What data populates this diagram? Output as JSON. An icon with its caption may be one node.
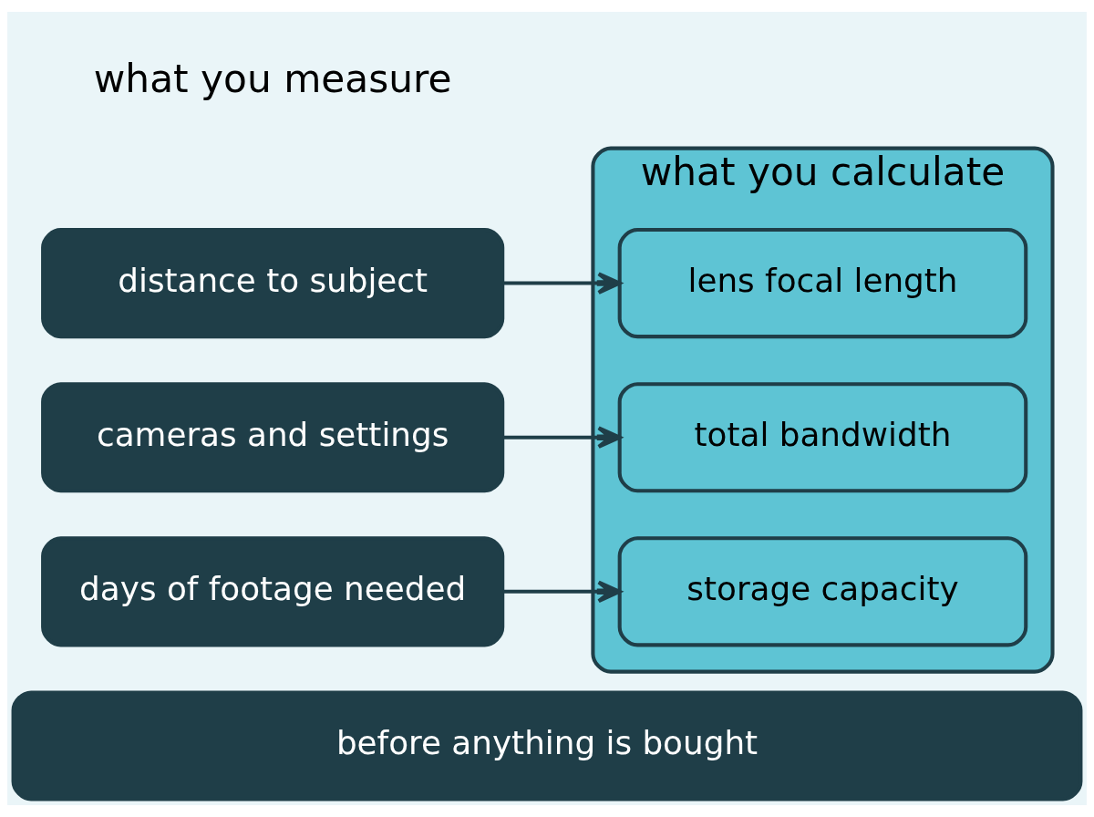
{
  "diagram": {
    "nodes": [
      {
        "text": [
          "what you calculate"
        ]
      },
      {
        "text": [
          "distance to subject"
        ]
      },
      {
        "text": [
          "lens focal length"
        ],
        "in": 0
      },
      {
        "text": [
          "cameras and settings"
        ]
      },
      {
        "text": [
          "total bandwidth"
        ],
        "in": 0
      },
      {
        "text": [
          "days of footage needed"
        ]
      },
      {
        "text": [
          "storage capacity"
        ],
        "in": 0
      },
      {
        "text": [
          "before anything is bought"
        ]
      }
    ],
    "edges": [
      {
        "from": 1,
        "to": 2,
        "arrow": "to"
      },
      {
        "from": 3,
        "to": 4,
        "arrow": "to"
      },
      {
        "from": 5,
        "to": 6,
        "arrow": "to"
      }
    ],
    "labels": [
      "what you measure"
    ]
  }
}
